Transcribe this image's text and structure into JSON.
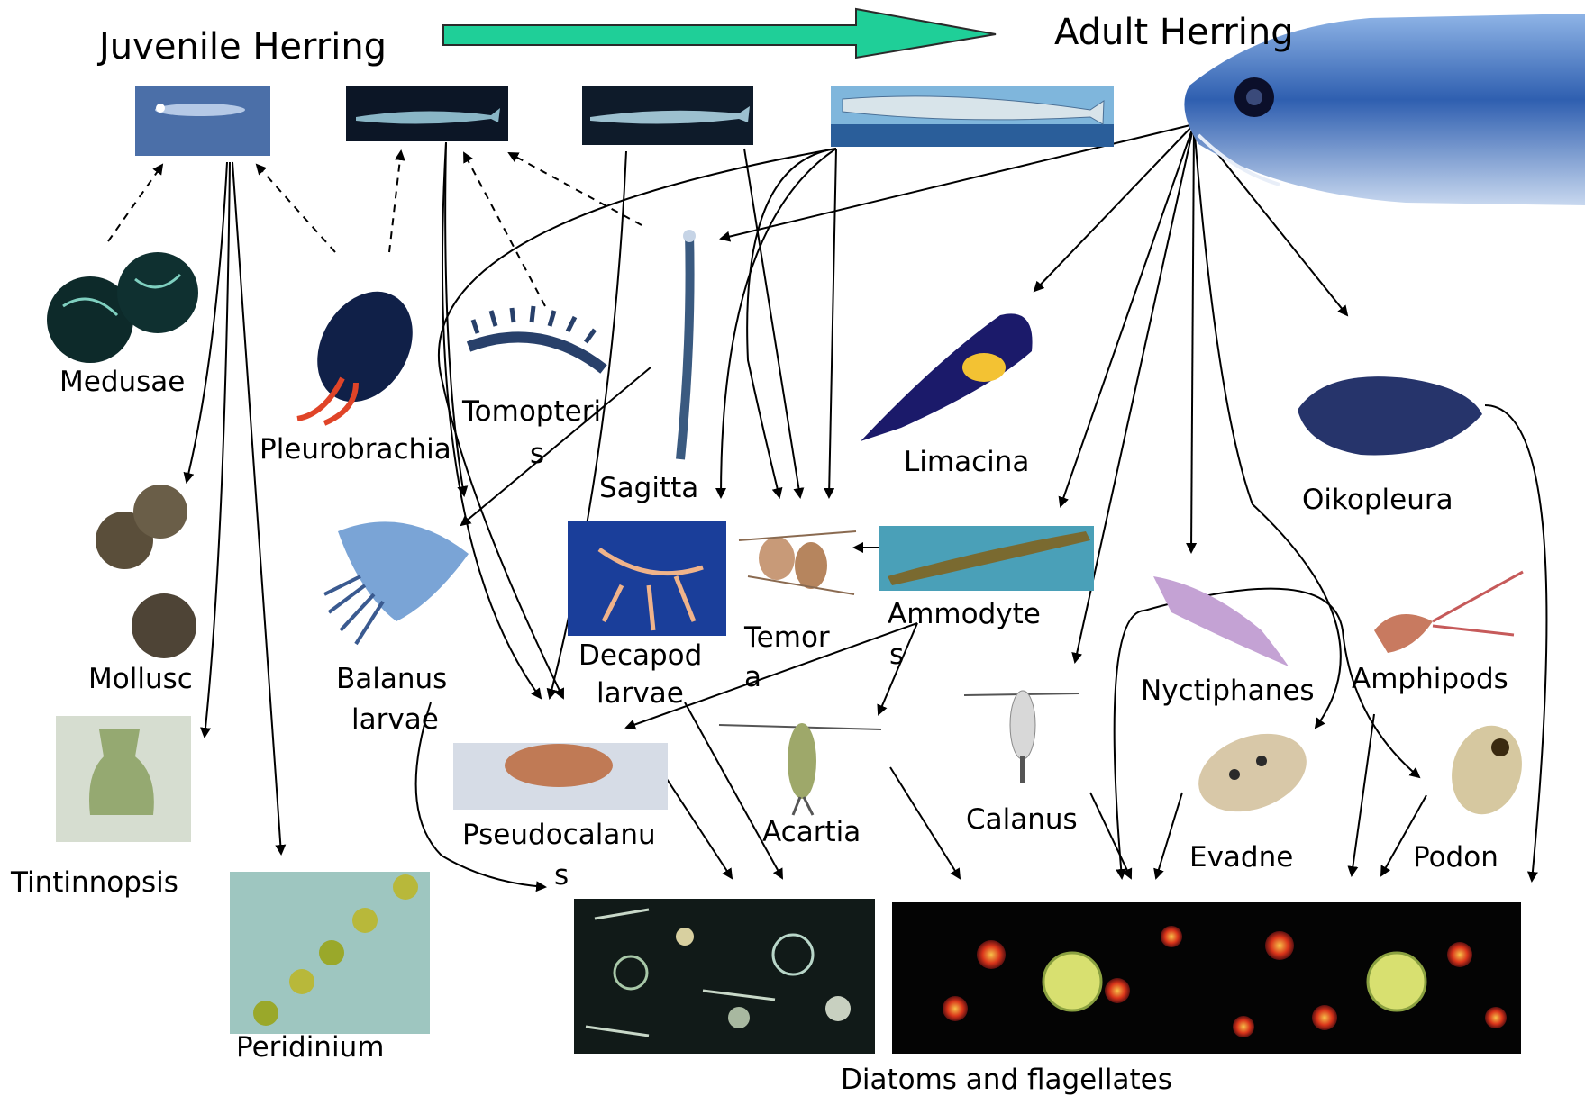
{
  "titles": {
    "juvenile": "Juvenile Herring",
    "adult": "Adult Herring"
  },
  "labels": {
    "medusae": "Medusae",
    "pleurobrachia": "Pleurobrachia",
    "tomopteris_1": "Tomopteri",
    "tomopteris_2": "s",
    "sagitta": "Sagitta",
    "limacina": "Limacina",
    "oikopleura": "Oikopleura",
    "mollusc": "Mollusc",
    "balanus_1": "Balanus",
    "balanus_2": "larvae",
    "decapod_1": "Decapod",
    "decapod_2": "larvae",
    "temora_1": "Temor",
    "temora_2": "a",
    "ammodytes_1": "Ammodyte",
    "ammodytes_2": "s",
    "nyctiphanes": "Nyctiphanes",
    "amphipods": "Amphipods",
    "tintinnopsis": "Tintinnopsis",
    "pseudocalanus_1": "Pseudocalanu",
    "pseudocalanus_2": "s",
    "acartia": "Acartia",
    "calanus": "Calanus",
    "evadne": "Evadne",
    "podon": "Podon",
    "peridinium": "Peridinium",
    "diatoms": "Diatoms and flagellates"
  },
  "colors": {
    "growth_arrow": "#1fcf98",
    "ocean_dark": "#0f1c34",
    "ocean_blue": "#4a6fa0"
  }
}
